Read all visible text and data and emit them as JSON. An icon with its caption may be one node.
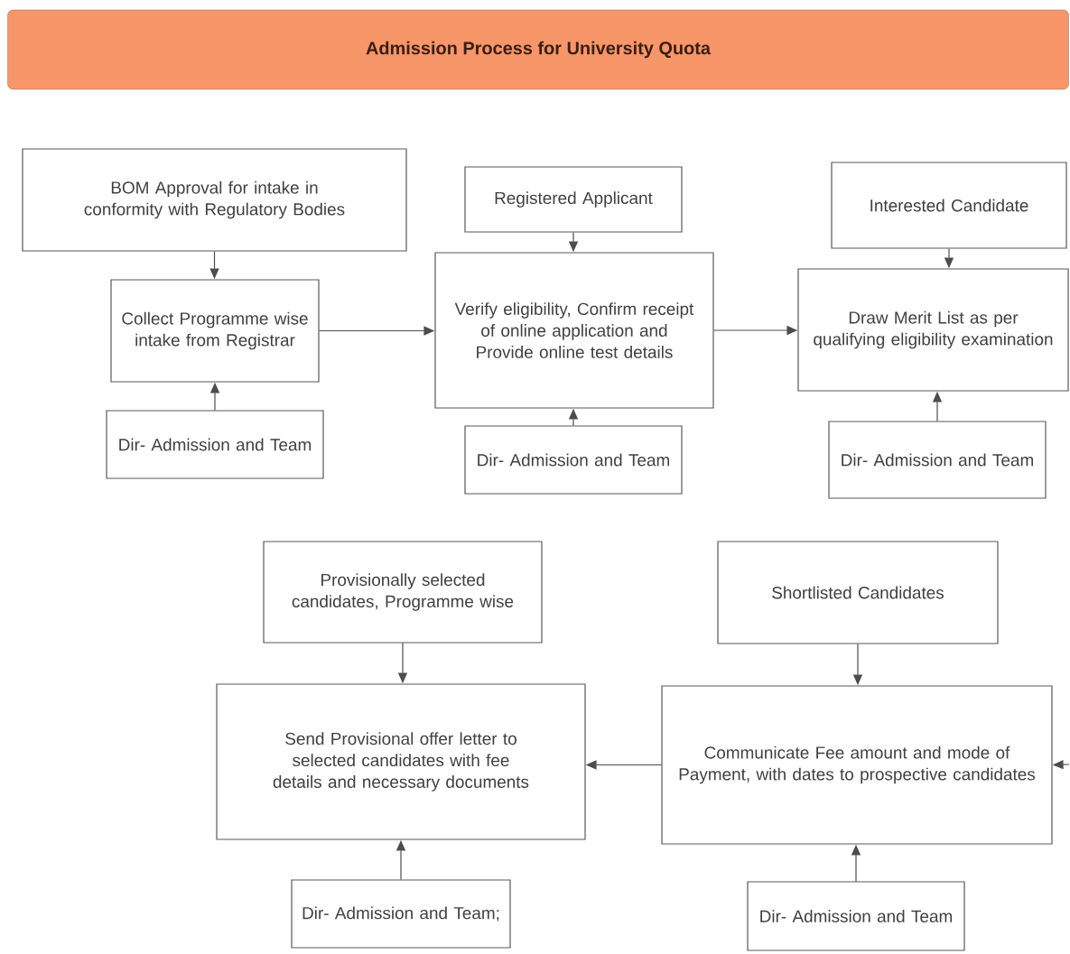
{
  "diagram": {
    "title": "Admission Process for University Quota",
    "nodes": [
      {
        "text": [
          "BOM Approval for intake in conformity with Regulatory Bodies"
        ]
      },
      {
        "text": [
          "Collect Programme wise intake from Registrar"
        ]
      },
      {
        "text": [
          "Dir- Admission and Team"
        ]
      },
      {
        "text": [
          "Registered Applicant"
        ]
      },
      {
        "text": [
          "Verify eligibility, Confirm receipt of online application and Provide online test details"
        ]
      },
      {
        "text": [
          "Dir- Admission and Team"
        ]
      },
      {
        "text": [
          "Interested Candidate"
        ]
      },
      {
        "text": [
          "Draw Merit List as per qualifying eligibility examination"
        ]
      },
      {
        "text": [
          "Dir- Admission and Team"
        ]
      },
      {
        "text": [
          "Provisionally selected candidates, Programme wise"
        ]
      },
      {
        "text": [
          "Shortlisted Candidates"
        ]
      },
      {
        "text": [
          "Send Provisional offer letter to selected candidates with fee details and necessary documents"
        ]
      },
      {
        "text": [
          "Communicate Fee amount and mode of Payment, with dates to prospective candidates"
        ]
      },
      {
        "text": [
          "Dir- Admission and Team;"
        ]
      },
      {
        "text": [
          "Dir- Admission and Team"
        ]
      }
    ],
    "edges": [
      {
        "from": 0,
        "to": 1,
        "arrow": "to"
      },
      {
        "from": 2,
        "to": 1,
        "arrow": "to"
      },
      {
        "from": 1,
        "to": 4,
        "arrow": "to"
      },
      {
        "from": 3,
        "to": 4,
        "arrow": "to"
      },
      {
        "from": 5,
        "to": 4,
        "arrow": "to"
      },
      {
        "from": 4,
        "to": 7,
        "arrow": "to"
      },
      {
        "from": 6,
        "to": 7,
        "arrow": "to"
      },
      {
        "from": 8,
        "to": 7,
        "arrow": "to"
      },
      {
        "from": 9,
        "to": 11,
        "arrow": "to"
      },
      {
        "from": 12,
        "to": 11,
        "arrow": "to"
      },
      {
        "from": 10,
        "to": 12,
        "arrow": "to"
      },
      {
        "from": 14,
        "to": 12,
        "arrow": "to"
      },
      {
        "from": 13,
        "to": 11,
        "arrow": "to"
      },
      {
        "from": null,
        "to": 12,
        "arrow": "to"
      }
    ]
  }
}
